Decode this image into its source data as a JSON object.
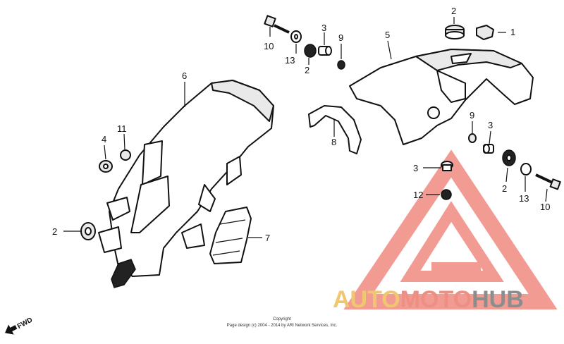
{
  "callouts": [
    {
      "id": "c1",
      "text": "1"
    },
    {
      "id": "c2a",
      "text": "2"
    },
    {
      "id": "c2b",
      "text": "2"
    },
    {
      "id": "c2c",
      "text": "2"
    },
    {
      "id": "c2d",
      "text": "2"
    },
    {
      "id": "c3a",
      "text": "3"
    },
    {
      "id": "c3b",
      "text": "3"
    },
    {
      "id": "c3c",
      "text": "3"
    },
    {
      "id": "c4",
      "text": "4"
    },
    {
      "id": "c5",
      "text": "5"
    },
    {
      "id": "c6",
      "text": "6"
    },
    {
      "id": "c7",
      "text": "7"
    },
    {
      "id": "c8",
      "text": "8"
    },
    {
      "id": "c9a",
      "text": "9"
    },
    {
      "id": "c9b",
      "text": "9"
    },
    {
      "id": "c10a",
      "text": "10"
    },
    {
      "id": "c10b",
      "text": "10"
    },
    {
      "id": "c11",
      "text": "11"
    },
    {
      "id": "c12",
      "text": "12"
    },
    {
      "id": "c13a",
      "text": "13"
    },
    {
      "id": "c13b",
      "text": "13"
    }
  ],
  "fwd_label": "FWD",
  "footer": {
    "line1": "Copyright",
    "line2": "Page design (c) 2004 - 2014 by ARI Network Services, Inc."
  },
  "watermark": {
    "part1": "AUTO",
    "part2": "MOTO",
    "part3": "HUB",
    "colors": {
      "auto": "#f0c770",
      "moto": "#ee8f84",
      "hub": "#8d8d8d",
      "triangle": "#f08a80"
    }
  }
}
